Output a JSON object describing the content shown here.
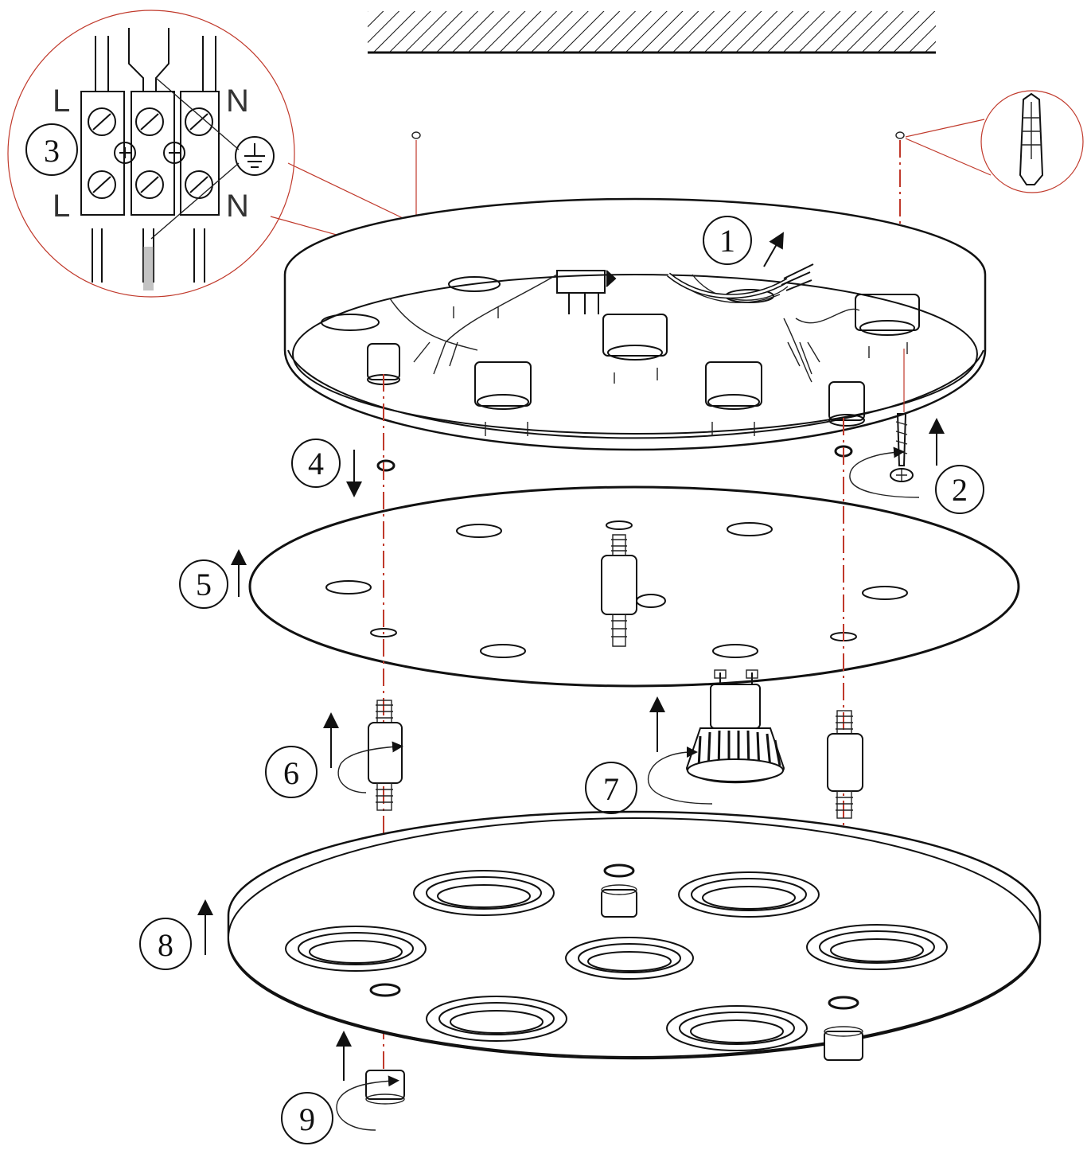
{
  "steps": [
    {
      "number": "1"
    },
    {
      "number": "2"
    },
    {
      "number": "3"
    },
    {
      "number": "4"
    },
    {
      "number": "5"
    },
    {
      "number": "6"
    },
    {
      "number": "7"
    },
    {
      "number": "8"
    },
    {
      "number": "9"
    }
  ],
  "terminal_labels": {
    "live_top": "L",
    "neutral_top": "N",
    "live_bottom": "L",
    "neutral_bottom": "N"
  },
  "icons": {
    "earth": "ground-symbol-icon",
    "wall_plug": "wall-plug-icon",
    "screw": "screw-icon",
    "gu10_bulb": "gu10-bulb-icon"
  },
  "colors": {
    "ink": "#111111",
    "callout_red": "#c0392b",
    "background": "#ffffff"
  }
}
